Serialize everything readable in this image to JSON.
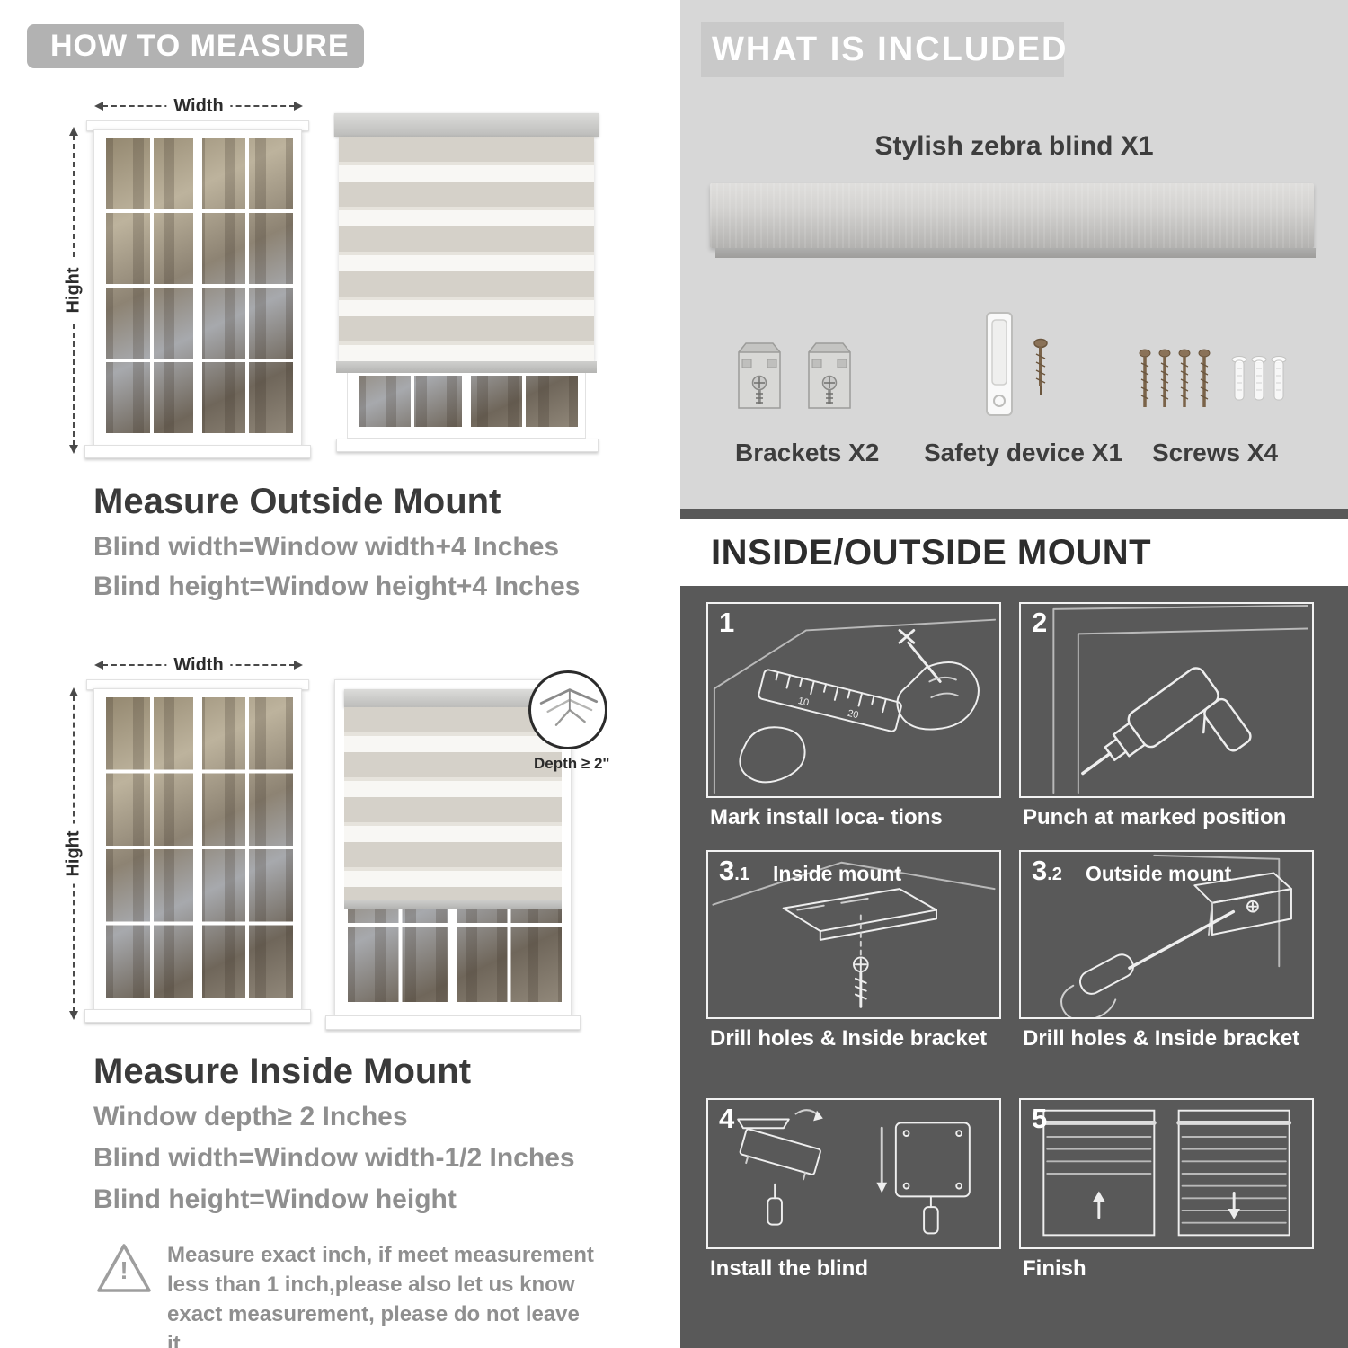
{
  "colors": {
    "header_pill": "#b2b2b2",
    "included_band": "#c9c9c9",
    "light_section_bg": "#d7d7d7",
    "dark_section_bg": "#595959",
    "title_text": "#3a3a3a",
    "body_text_gray": "#8f8f8f"
  },
  "how_to_measure": {
    "header": "HOW TO MEASURE",
    "outside_mount": {
      "width_label": "Width",
      "height_label": "Hight",
      "title": "Measure Outside Mount",
      "lines": [
        "Blind width=Window width+4 Inches",
        "Blind height=Window height+4 Inches"
      ]
    },
    "inside_mount": {
      "width_label": "Width",
      "height_label": "Hight",
      "depth_label": "Depth ≥ 2\"",
      "title": "Measure Inside Mount",
      "lines": [
        "Window depth≥ 2 Inches",
        "Blind width=Window width-1/2 Inches",
        "Blind height=Window height"
      ]
    },
    "warning": {
      "mark": "!",
      "text": "Measure exact inch, if meet measurement less than 1 inch,please also let us know exact measurement, please do not leave it"
    }
  },
  "what_is_included": {
    "header": "WHAT IS INCLUDED",
    "product_label": "Stylish zebra blind X1",
    "items": [
      {
        "name": "brackets",
        "label": "Brackets X2"
      },
      {
        "name": "safety-device",
        "label": "Safety device X1"
      },
      {
        "name": "screws",
        "label": "Screws X4"
      }
    ]
  },
  "mount_guide": {
    "header": "INSIDE/OUTSIDE MOUNT",
    "steps": [
      {
        "num": "1",
        "caption": "Mark install loca- tions"
      },
      {
        "num": "2",
        "caption": "Punch at  marked position"
      },
      {
        "num": "3",
        "sub": ".1",
        "label": "Inside mount",
        "caption": "Drill holes &  Inside bracket"
      },
      {
        "num": "3",
        "sub": ".2",
        "label": "Outside mount",
        "caption": "Drill holes &  Inside bracket"
      },
      {
        "num": "4",
        "caption": "Install the blind"
      },
      {
        "num": "5",
        "caption": "Finish"
      }
    ]
  }
}
